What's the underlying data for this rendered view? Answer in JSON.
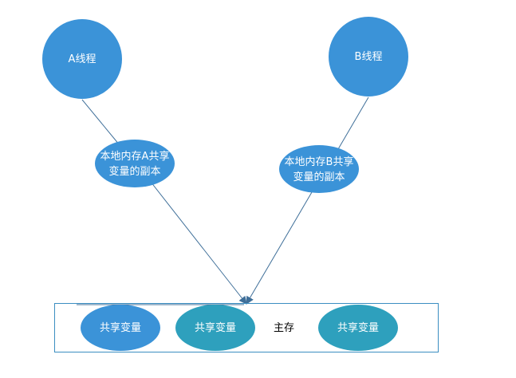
{
  "colors": {
    "thread_fill": "#3b93d8",
    "copy_fill": "#3b93d8",
    "var_blue": "#3b93d8",
    "var_teal": "#2ea0bd",
    "line": "#3f6f99",
    "box_border": "#3b8ec1"
  },
  "threads": {
    "a": {
      "label": "A线程"
    },
    "b": {
      "label": "B线程"
    }
  },
  "copies": {
    "a": {
      "line1": "本地内存A共享",
      "line2": "变量的副本"
    },
    "b": {
      "line1": "本地内存B共享",
      "line2": "变量的副本"
    }
  },
  "main_memory": {
    "label": "主存",
    "vars": [
      "共享变量",
      "共享变量",
      "共享变量"
    ]
  }
}
